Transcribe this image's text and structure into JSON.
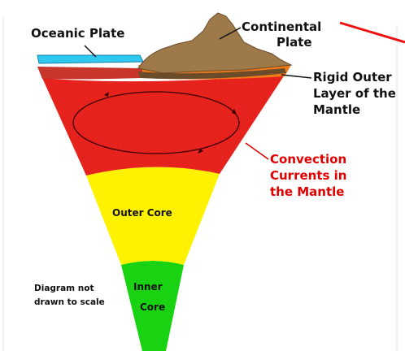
{
  "labels": {
    "oceanic_plate": "Oceanic Plate",
    "continental_line1": "Continental",
    "continental_line2": "Plate",
    "rigid_line1": "Rigid Outer",
    "rigid_line2": "Layer of the",
    "rigid_line3": "Mantle",
    "convection_line1": "Convection",
    "convection_line2": "Currents in",
    "convection_line3": "the Mantle",
    "outer_core": "Outer Core",
    "inner_core_line1": "Inner",
    "inner_core_line2": "Core",
    "note_line1": "Diagram not",
    "note_line2": "drawn to scale"
  },
  "colors": {
    "mantle": "#e8231d",
    "outer_core": "#fff200",
    "inner_core": "#19d313",
    "rigid_layer": "#f07a1a",
    "oceanic_plate": "#2fc8ee",
    "continental_plate": "#9e7a4a",
    "convection_label": "#e00000",
    "label_text": "#111111"
  }
}
